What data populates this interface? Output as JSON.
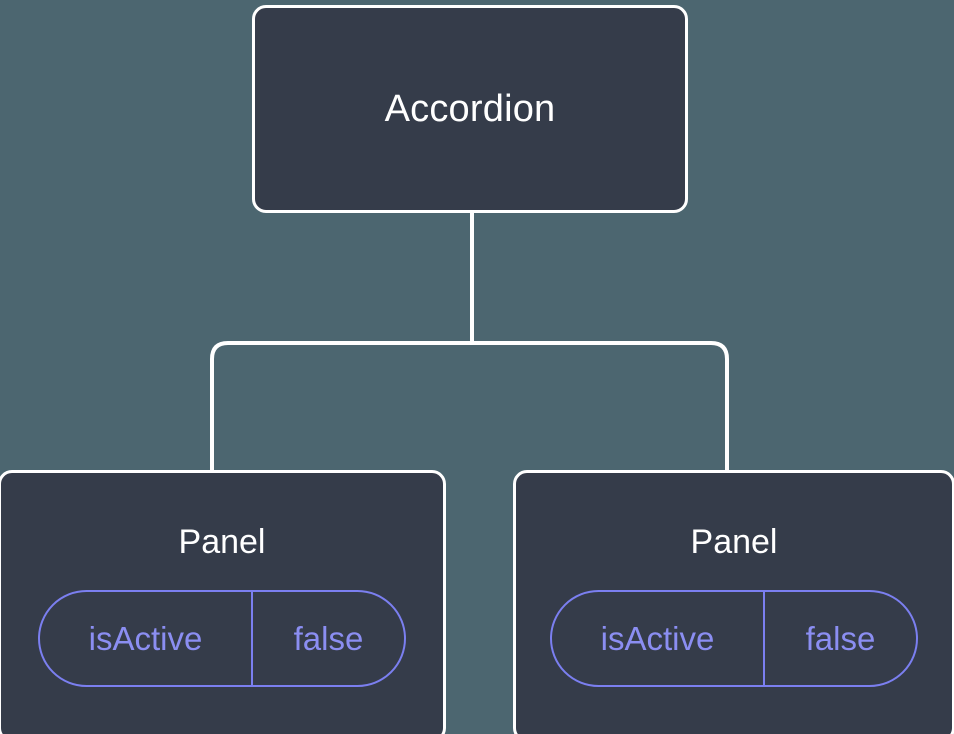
{
  "diagram": {
    "type": "component-tree",
    "background_color": "#4c6670",
    "node_fill_color": "#353c4a",
    "node_border_color": "#ffffff",
    "edge_color": "#ffffff",
    "pill_accent_color": "#7b7ff0",
    "root": {
      "label": "Accordion"
    },
    "children": [
      {
        "label": "Panel",
        "props": [
          {
            "key": "isActive",
            "value": "false"
          }
        ]
      },
      {
        "label": "Panel",
        "props": [
          {
            "key": "isActive",
            "value": "false"
          }
        ]
      }
    ]
  }
}
